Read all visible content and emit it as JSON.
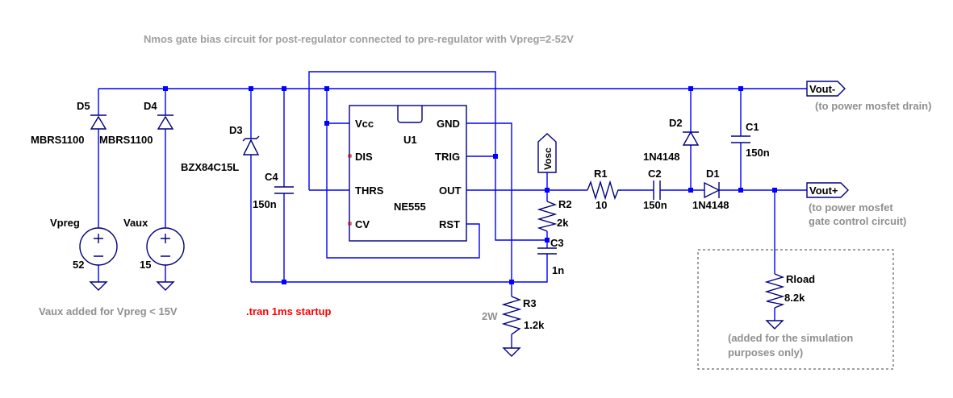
{
  "title": "Nmos gate bias circuit for post-regulator connected to pre-regulator with Vpreg=2-52V",
  "components": {
    "d5": {
      "ref": "D5",
      "value": "MBRS1100"
    },
    "d4": {
      "ref": "D4",
      "value": "MBRS1100"
    },
    "d3": {
      "ref": "D3",
      "value": "BZX84C15L"
    },
    "c4": {
      "ref": "C4",
      "value": "150n"
    },
    "vpreg": {
      "ref": "Vpreg",
      "value": "52"
    },
    "vaux": {
      "ref": "Vaux",
      "value": "15"
    },
    "u1": {
      "ref": "U1",
      "value": "NE555",
      "pins": {
        "vcc": "Vcc",
        "dis": "DIS",
        "thrs": "THRS",
        "cv": "CV",
        "gnd": "GND",
        "trig": "TRIG",
        "out": "OUT",
        "rst": "RST"
      }
    },
    "r2": {
      "ref": "R2",
      "value": "2k"
    },
    "c3": {
      "ref": "C3",
      "value": "1n"
    },
    "r3": {
      "ref": "R3",
      "value": "1.2k",
      "power": "2W"
    },
    "r1": {
      "ref": "R1",
      "value": "10"
    },
    "c2": {
      "ref": "C2",
      "value": "150n"
    },
    "d2": {
      "ref": "D2",
      "value": "1N4148"
    },
    "d1": {
      "ref": "D1",
      "value": "1N4148"
    },
    "c1": {
      "ref": "C1",
      "value": "150n"
    },
    "rload": {
      "ref": "Rload",
      "value": "8.2k"
    }
  },
  "nets": {
    "vosc": "Vosc",
    "vout_minus": "Vout-",
    "vout_plus": "Vout+"
  },
  "notes": {
    "vout_minus": "(to power mosfet drain)",
    "vout_plus_1": "(to power mosfet",
    "vout_plus_2": "gate control circuit)",
    "vaux": "Vaux added for Vpreg < 15V",
    "sim_1": "(added for the simulation",
    "sim_2": "purposes only)",
    "directive": ".tran 1ms startup"
  },
  "colors": {
    "wire": "#0000ff",
    "component": "#000080",
    "directive": "#ff0000",
    "comment": "#909090"
  }
}
